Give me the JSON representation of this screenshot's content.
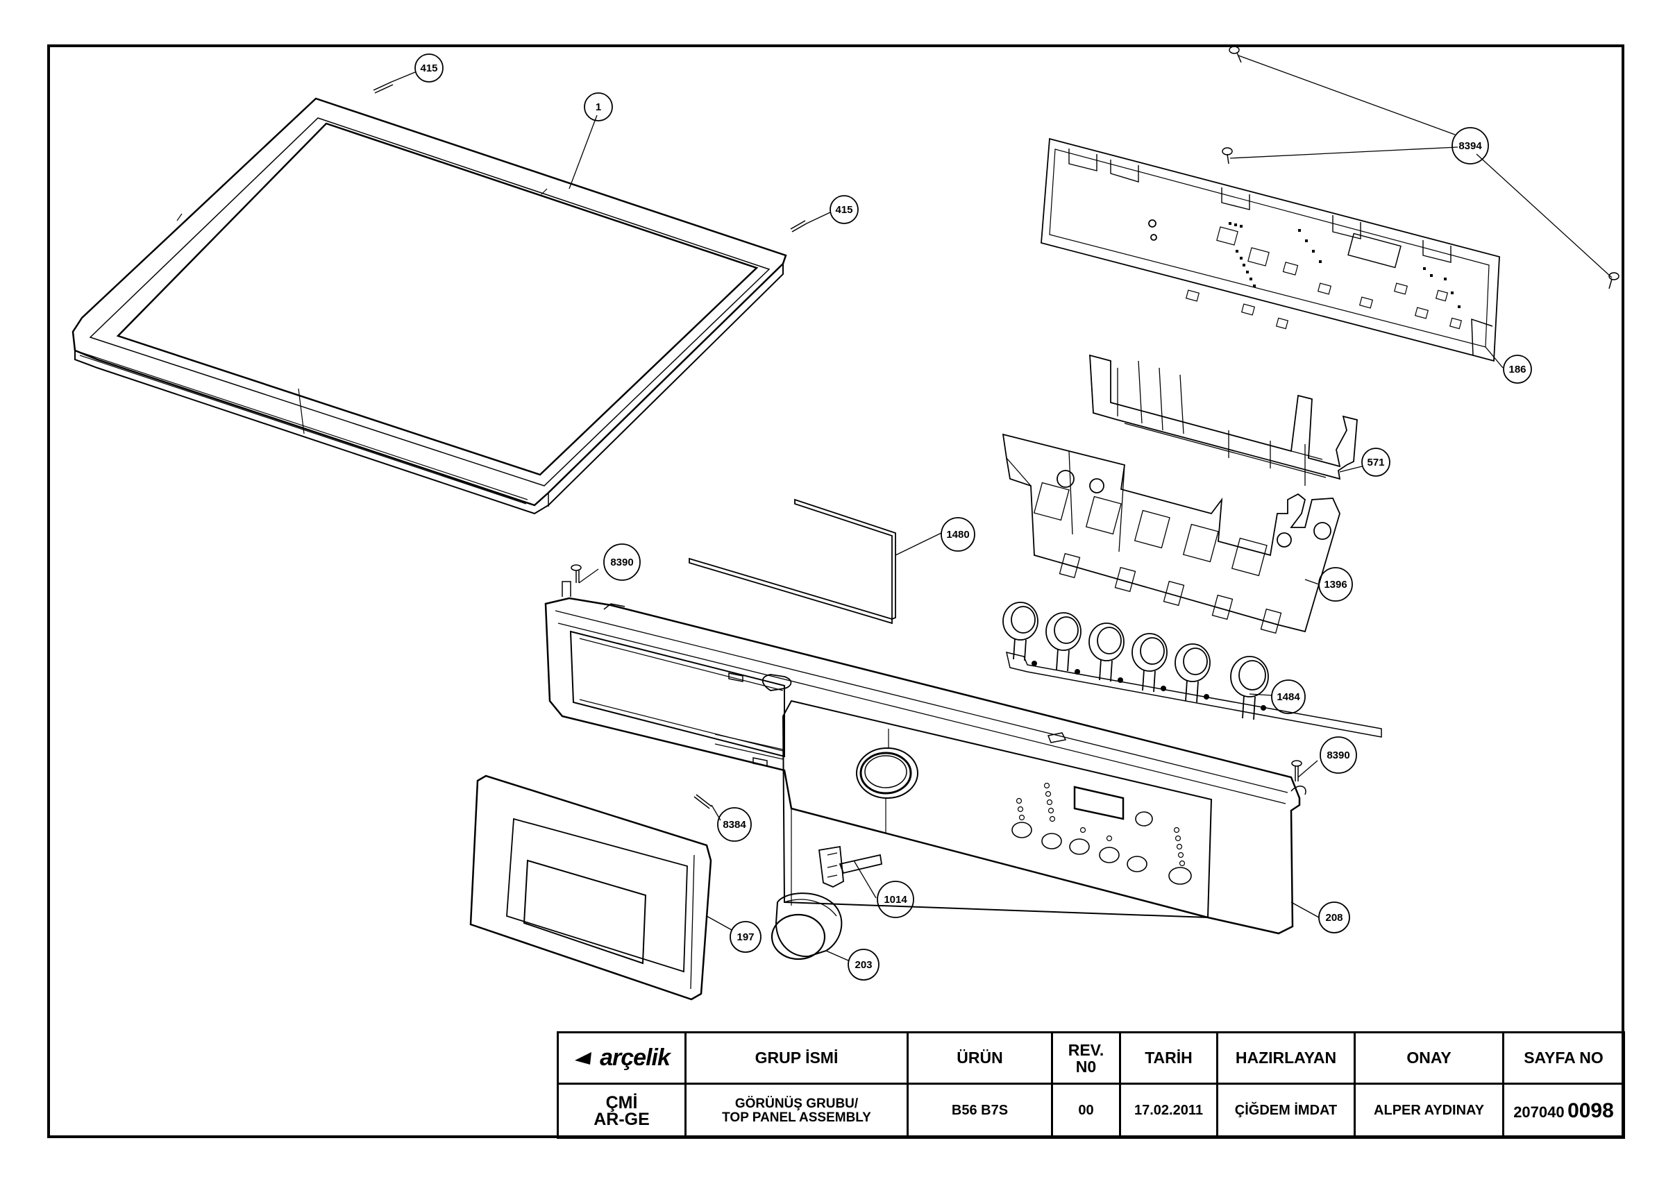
{
  "drawing": {
    "callouts": [
      {
        "id": "c-415a",
        "label": "415"
      },
      {
        "id": "c-1",
        "label": "1"
      },
      {
        "id": "c-415b",
        "label": "415"
      },
      {
        "id": "c-8394",
        "label": "8394"
      },
      {
        "id": "c-186",
        "label": "186"
      },
      {
        "id": "c-571",
        "label": "571"
      },
      {
        "id": "c-1480",
        "label": "1480"
      },
      {
        "id": "c-1396",
        "label": "1396"
      },
      {
        "id": "c-8390a",
        "label": "8390"
      },
      {
        "id": "c-1484",
        "label": "1484"
      },
      {
        "id": "c-8390b",
        "label": "8390"
      },
      {
        "id": "c-8384",
        "label": "8384"
      },
      {
        "id": "c-1014",
        "label": "1014"
      },
      {
        "id": "c-208",
        "label": "208"
      },
      {
        "id": "c-197",
        "label": "197"
      },
      {
        "id": "c-203",
        "label": "203"
      }
    ]
  },
  "title_block": {
    "logo": "arçelik",
    "headers": {
      "group_name": "GRUP İSMİ",
      "product": "ÜRÜN",
      "rev_line1": "REV.",
      "rev_line2": "N0",
      "date": "TARİH",
      "prepared_by": "HAZIRLAYAN",
      "approval": "ONAY",
      "page_no": "SAYFA NO"
    },
    "values": {
      "department_line1": "ÇMİ",
      "department_line2": "AR-GE",
      "group_line1": "GÖRÜNÜŞ GRUBU/",
      "group_line2": "TOP PANEL ASSEMBLY",
      "product": "B56 B7S",
      "rev": "00",
      "date": "17.02.2011",
      "prepared_by": "ÇİĞDEM İMDAT",
      "approval": "ALPER AYDINAY",
      "page_prefix": "207040",
      "page_number": "0098"
    }
  }
}
